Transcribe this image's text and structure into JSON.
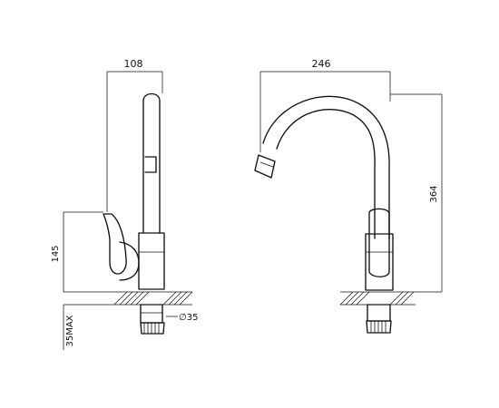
{
  "dimensions": {
    "left_width": "108",
    "left_height": "145",
    "left_diameter": "∅35",
    "left_max": "35MAX",
    "right_width": "246",
    "right_height": "364"
  }
}
